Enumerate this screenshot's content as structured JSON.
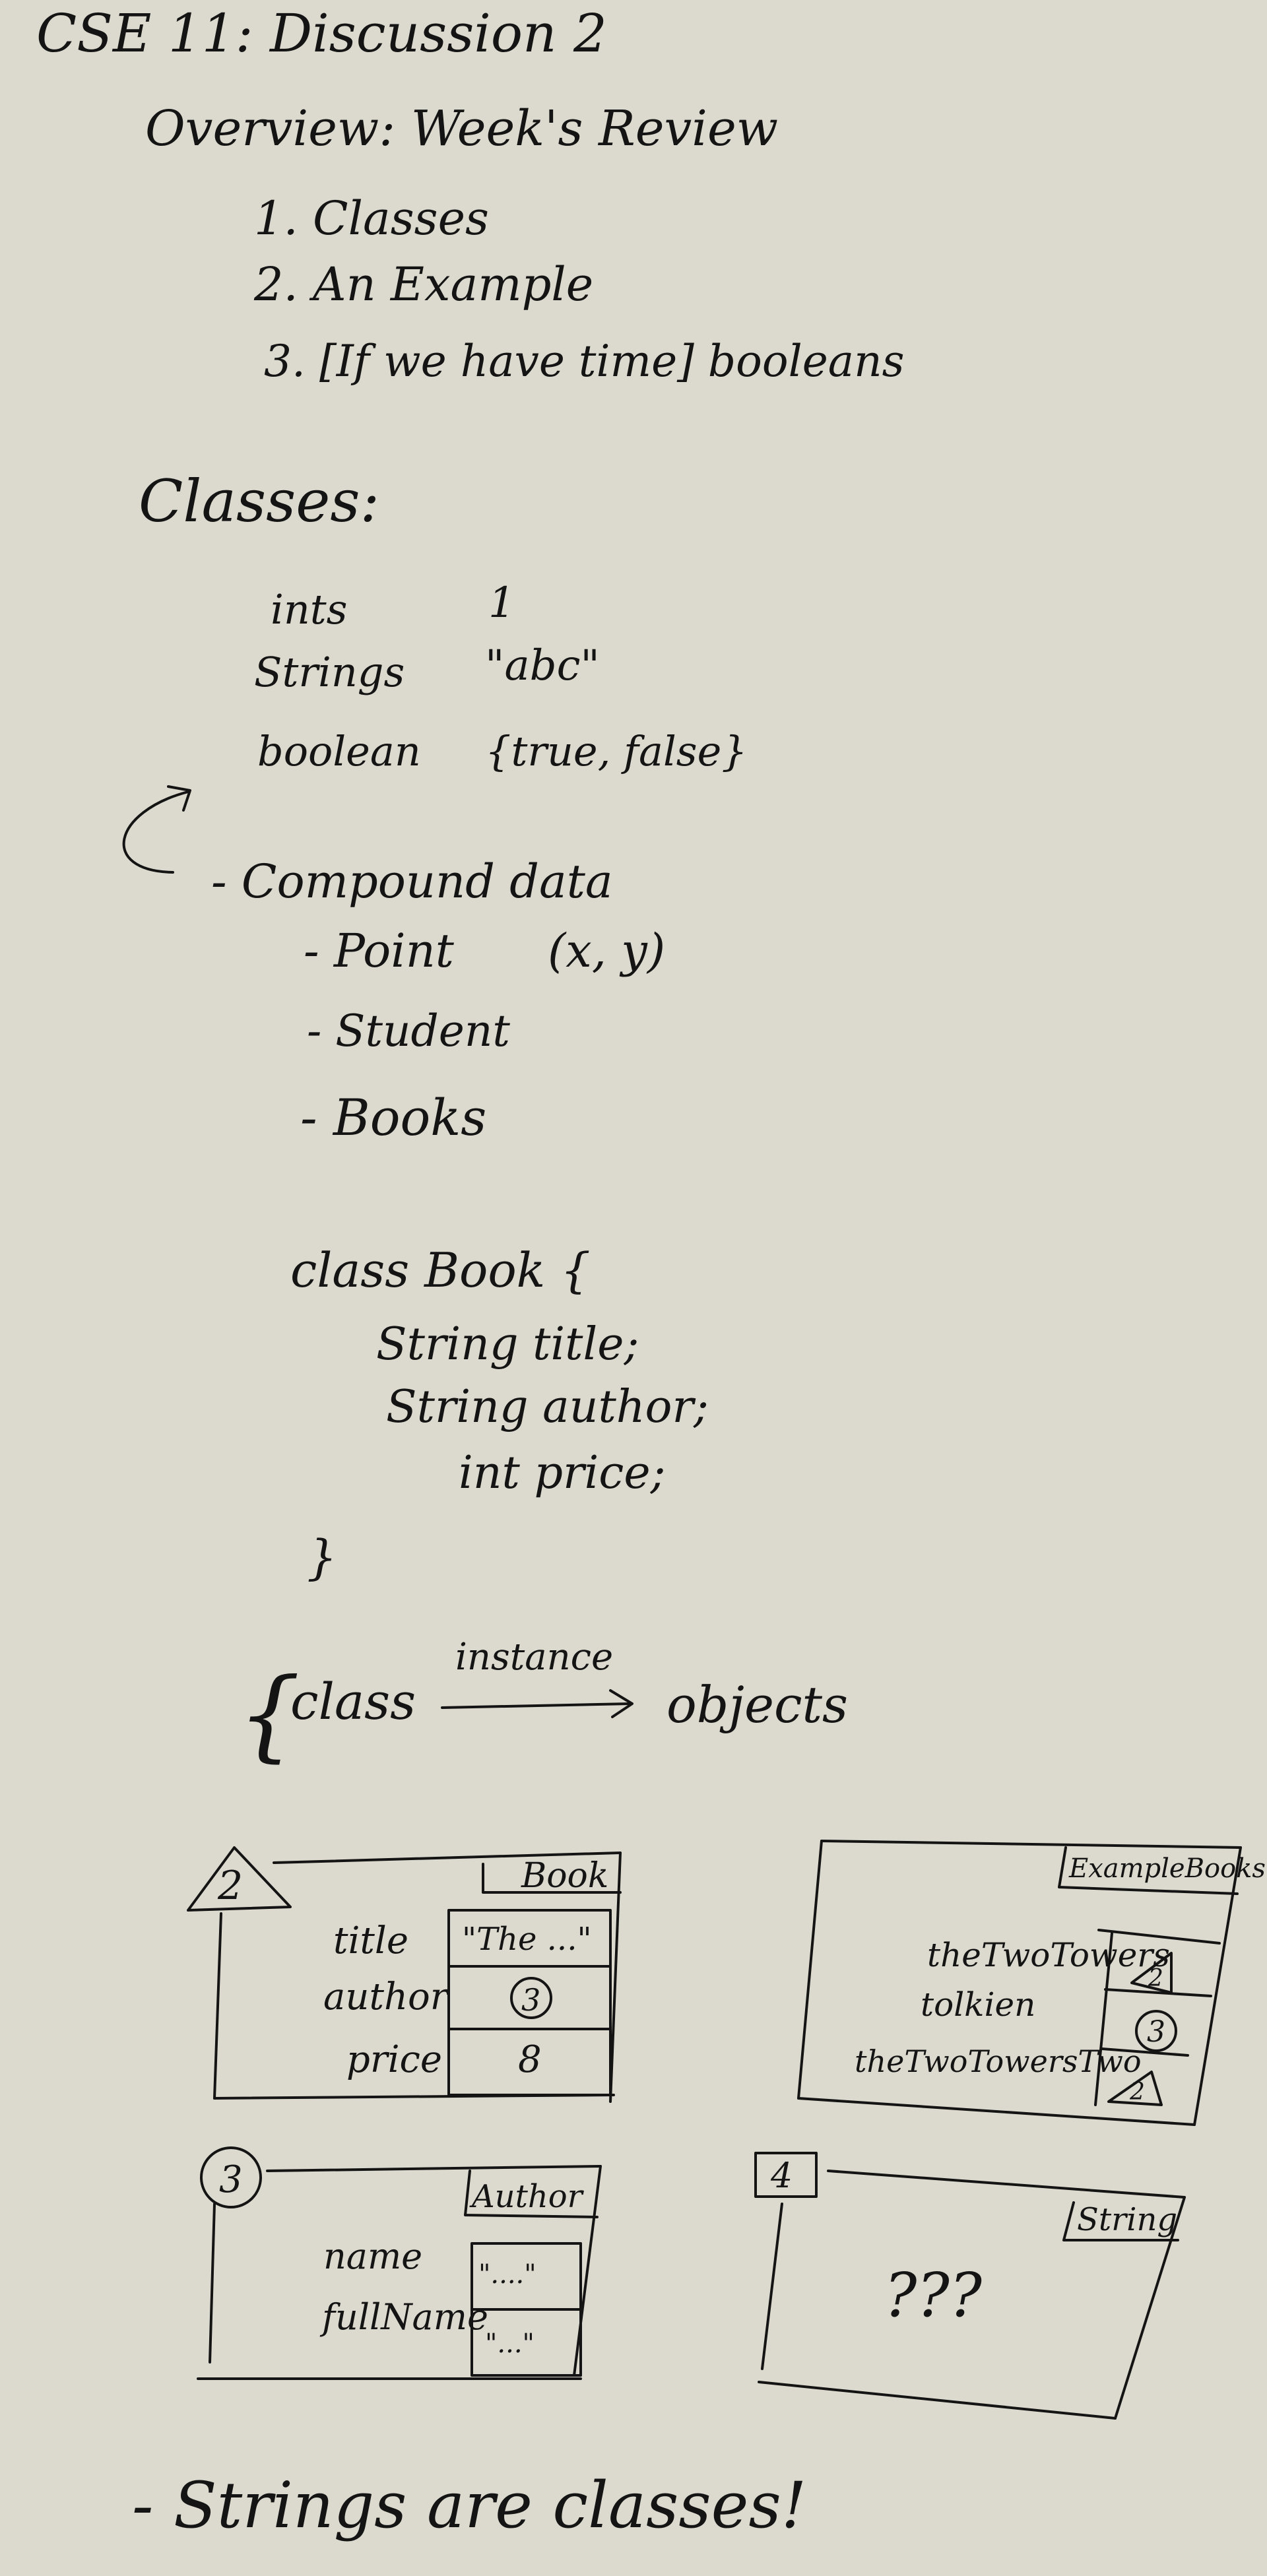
{
  "title": "CSE 11: Discussion 2",
  "overview": {
    "heading": "Overview: Week's Review",
    "items": [
      "1. Classes",
      "2. An Example",
      "3. [If we have time] booleans"
    ]
  },
  "classes": {
    "heading": "Classes:",
    "primitives": [
      {
        "type": "ints",
        "example": "1"
      },
      {
        "type": "Strings",
        "example": "\"abc\""
      },
      {
        "type": "boolean",
        "example": "{true, false}"
      }
    ],
    "compound_label": "- Compound data",
    "compound_items": [
      {
        "label": "- Point",
        "note": "(x, y)"
      },
      {
        "label": "- Student",
        "note": ""
      },
      {
        "label": "- Books",
        "note": ""
      }
    ]
  },
  "code": {
    "header": "class Book {",
    "fields": [
      "String title;",
      "String author;",
      "int price;"
    ],
    "close": "}"
  },
  "instance_relation": {
    "brace": "{",
    "from": "class",
    "arrow_label": "instance",
    "to": "objects"
  },
  "boxes": {
    "book": {
      "ref": "2",
      "class_name": "Book",
      "rows": [
        {
          "field": "title",
          "value": "\"The ...\""
        },
        {
          "field": "author",
          "value": "3"
        },
        {
          "field": "price",
          "value": "8"
        }
      ]
    },
    "examples": {
      "class_name": "ExampleBooks",
      "rows": [
        {
          "field": "theTwoTowers",
          "value": "2"
        },
        {
          "field": "tolkien",
          "value": "3"
        },
        {
          "field": "theTwoTowersTwo",
          "value": "2"
        }
      ]
    },
    "author": {
      "ref": "3",
      "class_name": "Author",
      "rows": [
        {
          "field": "name",
          "value": "\"....\""
        },
        {
          "field": "fullName",
          "value": "\"...\""
        }
      ]
    },
    "string": {
      "ref": "4",
      "class_name": "String",
      "content": "???"
    }
  },
  "footer": "- Strings are classes!"
}
